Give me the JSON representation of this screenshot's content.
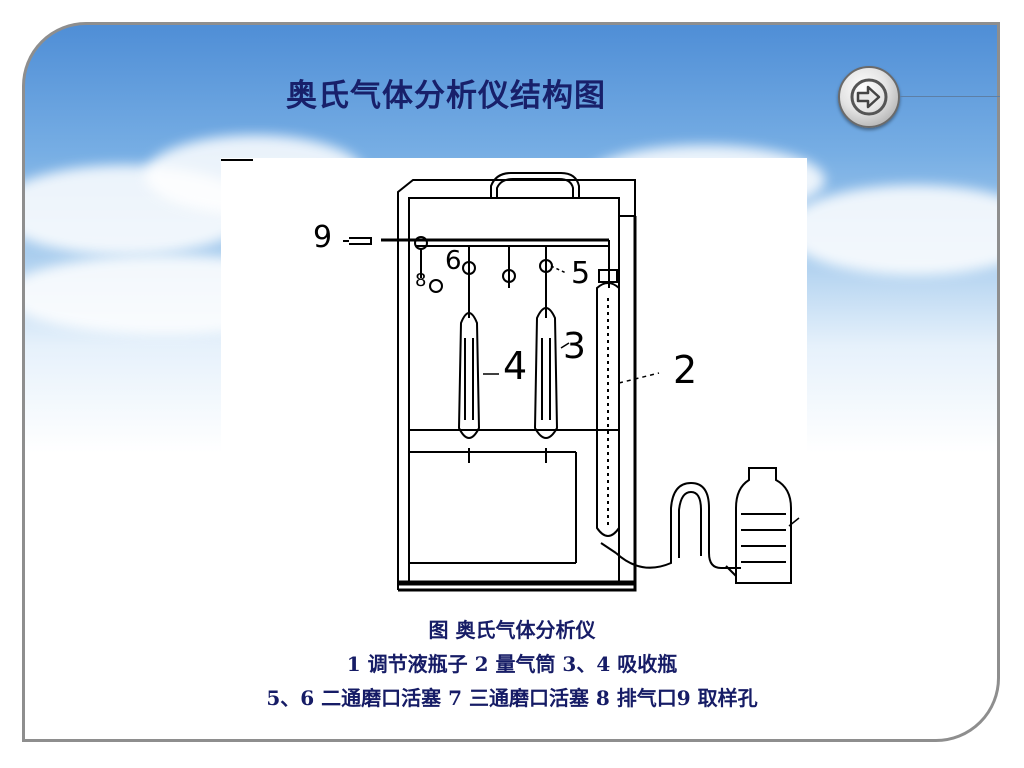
{
  "title": "奥氏气体分析仪结构图",
  "nav": {
    "next_icon": "arrow-right-icon"
  },
  "diagram": {
    "labels": {
      "n9": "9",
      "n8": "8",
      "n6": "6",
      "n5": "5",
      "n4": "4",
      "n3": "3",
      "n2": "2"
    }
  },
  "caption": {
    "line1": "图 奥氏气体分析仪",
    "line2": "1 调节液瓶子 2 量气筒  3、4 吸收瓶",
    "line3": "5、6 二通磨口活塞 7 三通磨口活塞 8 排气口9 取样孔"
  },
  "colors": {
    "title": "#18206a",
    "caption": "#161c66",
    "frame": "#8e8e8e",
    "sky": "#4f8ed6"
  }
}
